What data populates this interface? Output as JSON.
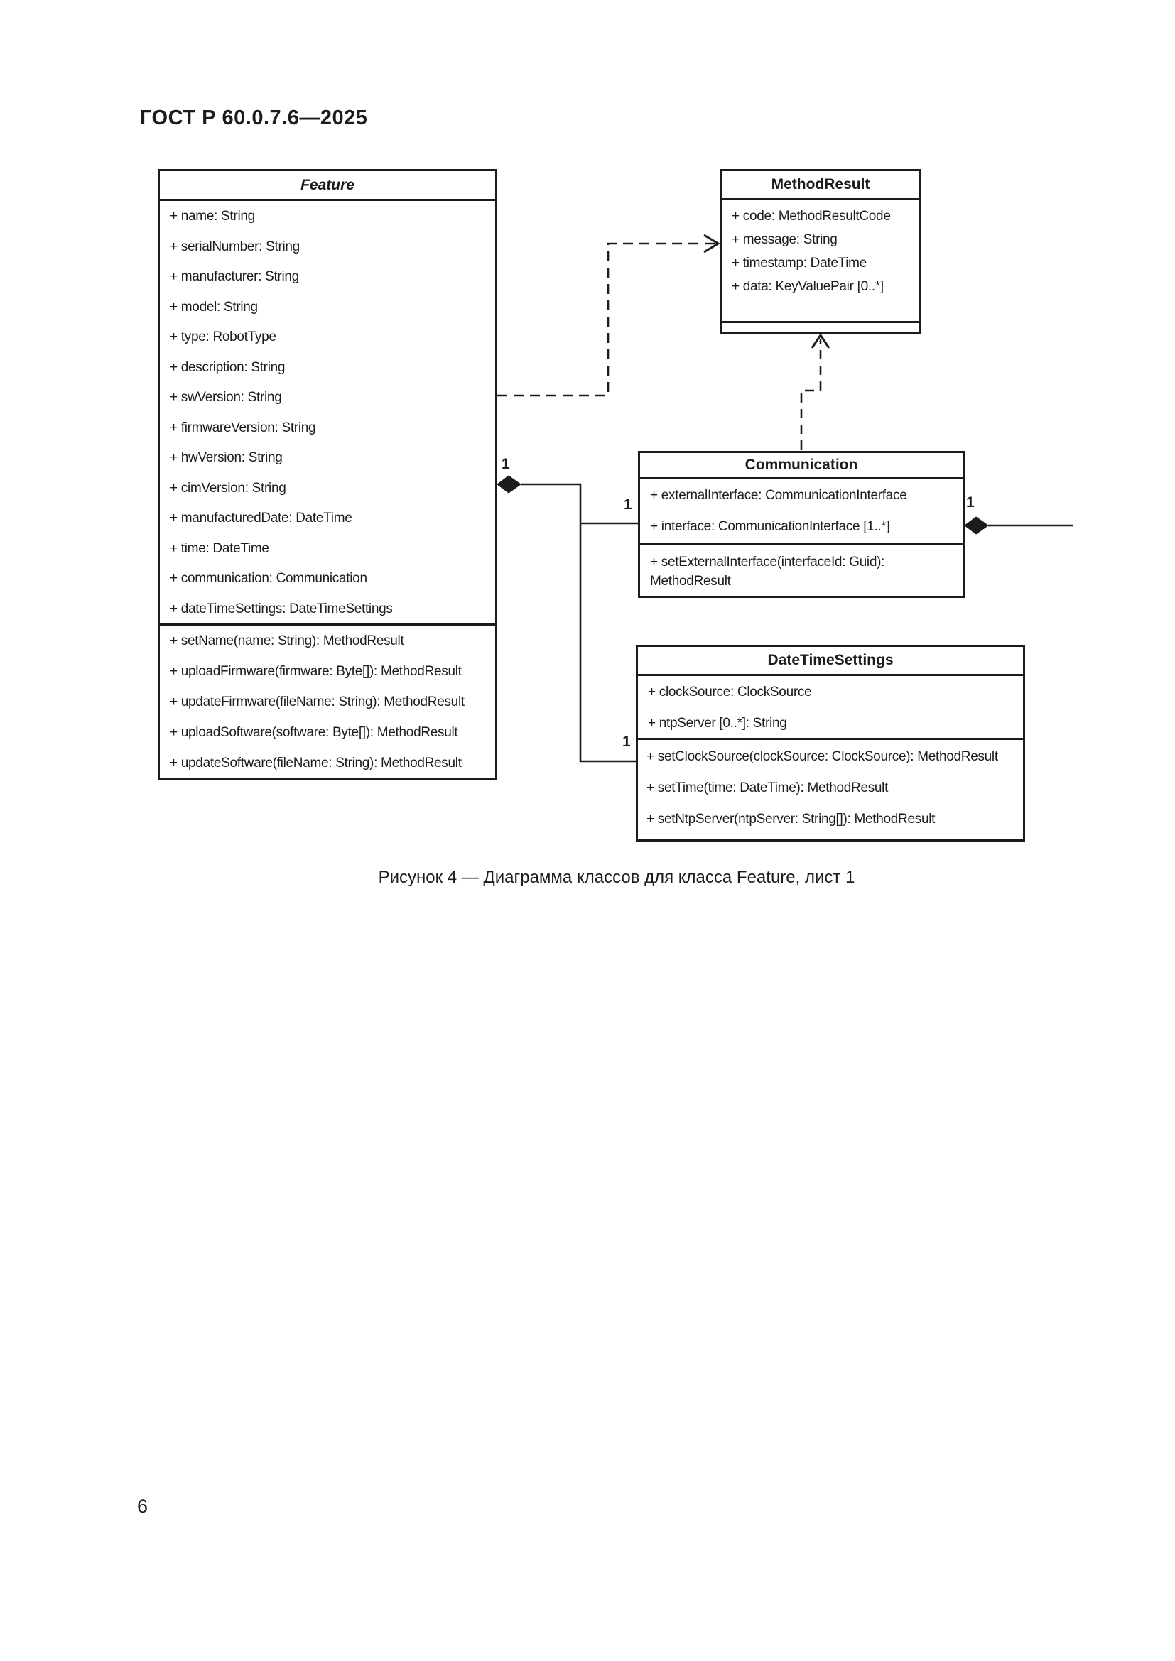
{
  "page": {
    "header": "ГОСТ Р 60.0.7.6—2025",
    "caption": "Рисунок 4 — Диаграмма классов для класса Feature, лист 1",
    "page_number": "6"
  },
  "diagram": {
    "classes": [
      {
        "name": "Feature",
        "abstract": true,
        "attributes": [
          "+ name: String",
          "+ serialNumber: String",
          "+ manufacturer: String",
          "+ model: String",
          "+ type: RobotType",
          "+ description: String",
          "+ swVersion: String",
          "+ firmwareVersion: String",
          "+ hwVersion: String",
          "+ cimVersion: String",
          "+ manufacturedDate: DateTime",
          "+ time: DateTime",
          "+ communication: Communication",
          "+ dateTimeSettings: DateTimeSettings"
        ],
        "methods": [
          "+ setName(name: String): MethodResult",
          "+ uploadFirmware(firmware: Byte[]): MethodResult",
          "+ updateFirmware(fileName: String): MethodResult",
          "+ uploadSoftware(software: Byte[]): MethodResult",
          "+ updateSoftware(fileName: String): MethodResult"
        ]
      },
      {
        "name": "MethodResult",
        "abstract": false,
        "attributes": [
          "+ code: MethodResultCode",
          "+ message: String",
          "+ timestamp: DateTime",
          "+ data: KeyValuePair [0..*]"
        ],
        "methods": []
      },
      {
        "name": "Communication",
        "abstract": false,
        "attributes": [
          "+ externalInterface: CommunicationInterface",
          "+ interface: CommunicationInterface [1..*]"
        ],
        "methods": [
          "+ setExternalInterface(interfaceId: Guid): MethodResult"
        ]
      },
      {
        "name": "DateTimeSettings",
        "abstract": false,
        "attributes": [
          "+ clockSource: ClockSource",
          "+ ntpServer [0..*]: String"
        ],
        "methods": [
          "+ setClockSource(clockSource: ClockSource): MethodResult",
          "+ setTime(time: DateTime): MethodResult",
          "+ setNtpServer(ntpServer: String[]): MethodResult"
        ]
      }
    ],
    "relationships": [
      {
        "type": "dependency",
        "from": "Feature",
        "to": "MethodResult",
        "line": "dashed-open-arrow"
      },
      {
        "type": "dependency",
        "from": "Communication",
        "to": "MethodResult",
        "line": "dashed-open-arrow"
      },
      {
        "type": "composition",
        "from": "Feature",
        "to": "Communication",
        "whole_end": "1",
        "part_end": "1"
      },
      {
        "type": "composition",
        "from": "Feature",
        "to": "DateTimeSettings",
        "whole_end": "1",
        "part_end": "1"
      },
      {
        "type": "composition",
        "from": "Communication",
        "whole_end": "1"
      }
    ]
  }
}
